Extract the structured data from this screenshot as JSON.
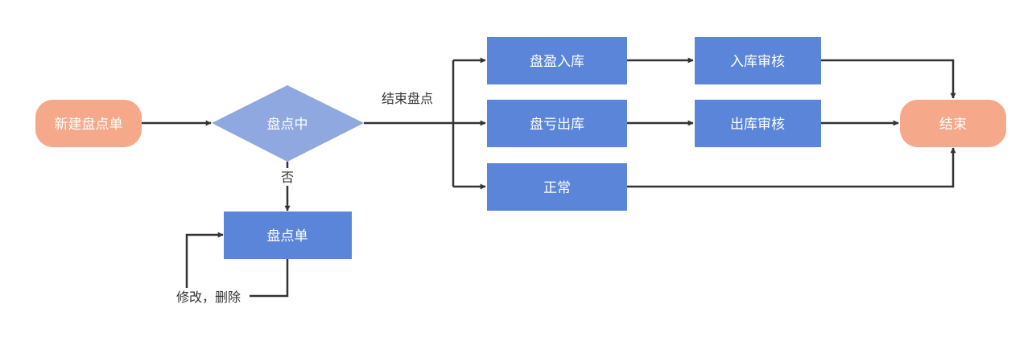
{
  "colors": {
    "terminal": "#F6A88A",
    "decision": "#8FA8E0",
    "process": "#5B85D9",
    "edge": "#333333",
    "text": "#FFFFFF"
  },
  "nodes": {
    "start": "新建盘点单",
    "decision": "盘点中",
    "sheet": "盘点单",
    "surplus_in": "盘盈入库",
    "loss_out": "盘亏出库",
    "normal": "正常",
    "in_review": "入库审核",
    "out_review": "出库审核",
    "end": "结束"
  },
  "edges": {
    "finish_count": "结束盘点",
    "no": "否",
    "edit_delete": "修改，删除"
  }
}
